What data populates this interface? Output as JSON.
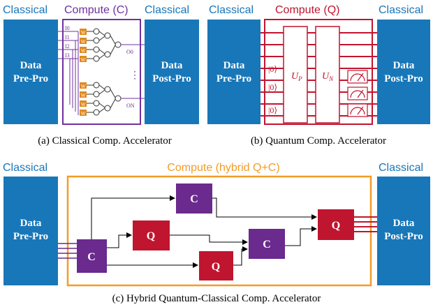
{
  "colors": {
    "classical_blue": "#1877b8",
    "compute_classical": "#7030a0",
    "compute_quantum": "#c0152f",
    "hybrid_border": "#f39c27",
    "block_quantum": "#c0152f",
    "block_classical": "#6a2a8e",
    "weight_orange": "#e08a1e",
    "white": "#ffffff",
    "black": "#000000"
  },
  "panel_a": {
    "left_heading": "Classical",
    "compute_heading": "Compute (C)",
    "right_heading": "Classical",
    "left_box_line1": "Data",
    "left_box_line2": "Pre-Pro",
    "right_box_line1": "Data",
    "right_box_line2": "Post-Pro",
    "inputs": [
      "I0",
      "I1",
      "I2",
      "I3"
    ],
    "output_top": "O0",
    "output_bottom": "ON",
    "ellipsis": "⋮",
    "weight_glyph": "W",
    "caption": "(a) Classical Comp. Accelerator"
  },
  "panel_b": {
    "left_heading": "Classical",
    "compute_heading": "Compute (Q)",
    "right_heading": "Classical",
    "left_box_line1": "Data",
    "left_box_line2": "Pre-Pro",
    "right_box_line1": "Data",
    "right_box_line2": "Post-Pro",
    "ket": "|0⟩",
    "unitary_p": "U",
    "unitary_p_sub": "P",
    "unitary_n": "U",
    "unitary_n_sub": "N",
    "caption": "(b) Quantum Comp. Accelerator"
  },
  "panel_c": {
    "left_heading": "Classical",
    "compute_heading": "Compute (hybrid Q+C)",
    "right_heading": "Classical",
    "left_box_line1": "Data",
    "left_box_line2": "Pre-Pro",
    "right_box_line1": "Data",
    "right_box_line2": "Post-Pro",
    "block_c": "C",
    "block_q": "Q",
    "caption": "(c) Hybrid Quantum-Classical Comp. Accelerator"
  }
}
